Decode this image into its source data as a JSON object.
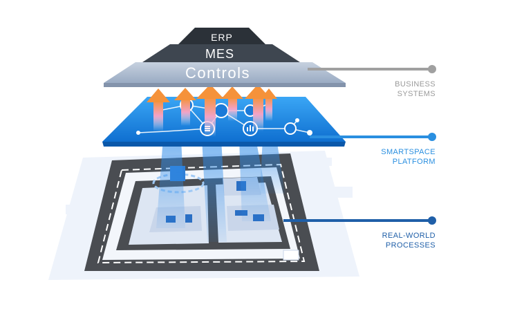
{
  "pyramid": {
    "top_label": "ERP",
    "middle_label": "MES",
    "base_label": "Controls"
  },
  "callouts": [
    {
      "lines": [
        "BUSINESS",
        "SYSTEMS"
      ],
      "color": "#9a9a9a"
    },
    {
      "lines": [
        "SMARTSPACE",
        "PLATFORM"
      ],
      "color": "#2a8fe0"
    },
    {
      "lines": [
        "REAL-WORLD",
        "PROCESSES"
      ],
      "color": "#1f5fa8"
    }
  ],
  "colors": {
    "platform": "#1e8de6",
    "controls": "#aab8cc",
    "mes": "#3e4650",
    "erp": "#2b3138",
    "floor": "#4a4d52",
    "arrow": "#f48fb8"
  }
}
